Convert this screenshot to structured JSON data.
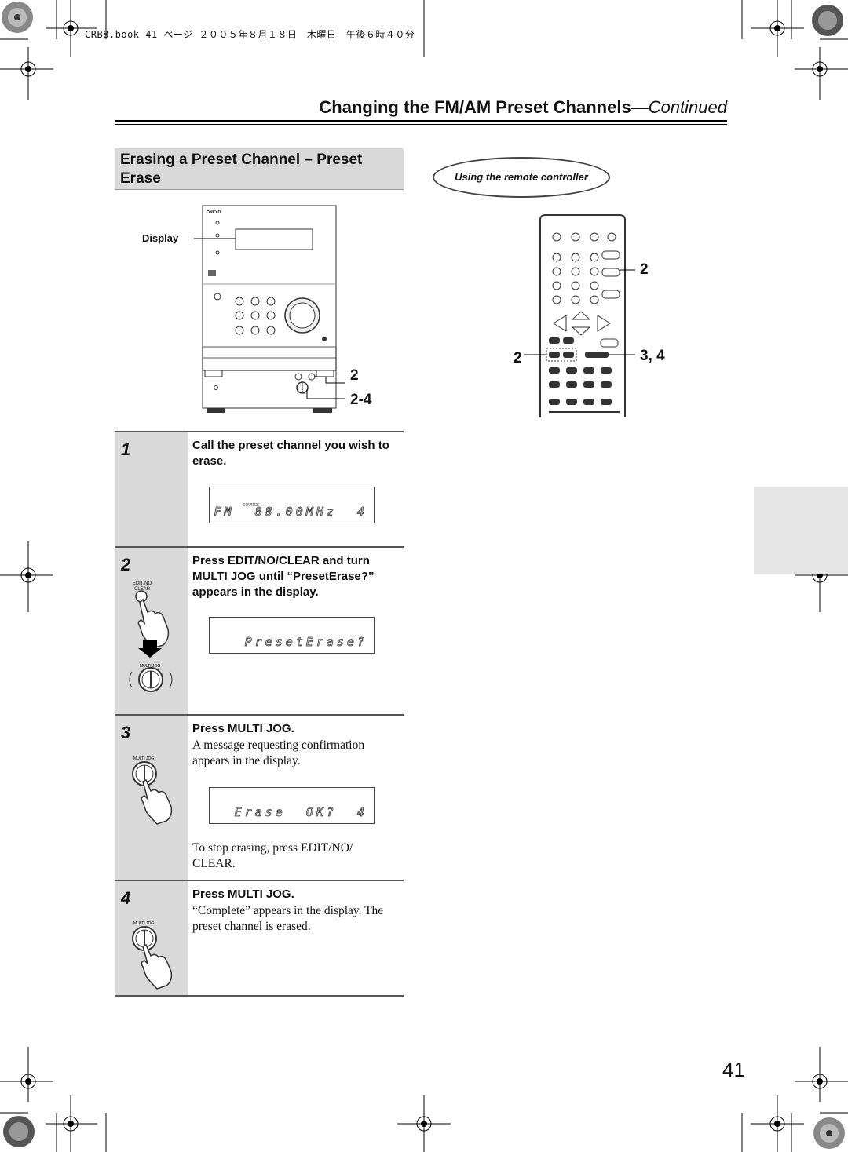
{
  "print_header": "CRB8.book  41 ページ  ２００５年８月１８日　木曜日　午後６時４０分",
  "page_title": {
    "main": "Changing the FM/AM Preset Channels",
    "continued": "—Continued"
  },
  "section_title": "Erasing a Preset Channel – Preset Erase",
  "remote_note": "Using the remote controller",
  "unit_callouts": {
    "display_label": "Display",
    "c1": "2",
    "c2": "2-4"
  },
  "remote_callouts": {
    "r1": "2",
    "r2": "2",
    "r3": "3, 4"
  },
  "steps": [
    {
      "num": "1",
      "head": "Call the preset channel you wish to erase.",
      "lcd": "FM  88.00MHz  4",
      "lcd_source": "SOURCE"
    },
    {
      "num": "2",
      "head": "Press EDIT/NO/CLEAR and turn MULTI JOG until “PresetErase?” appears in the display.",
      "lcd": "PresetErase?",
      "icon_label": "EDIT/NO CLEAR"
    },
    {
      "num": "3",
      "head": "Press MULTI JOG.",
      "body": "A message requesting confirmation appears in the display.",
      "lcd": "Erase  OK?  4",
      "note": "To stop erasing, press EDIT/NO/ CLEAR."
    },
    {
      "num": "4",
      "head": "Press MULTI JOG.",
      "body": "“Complete” appears in the display. The preset channel is erased."
    }
  ],
  "page_number": "41"
}
